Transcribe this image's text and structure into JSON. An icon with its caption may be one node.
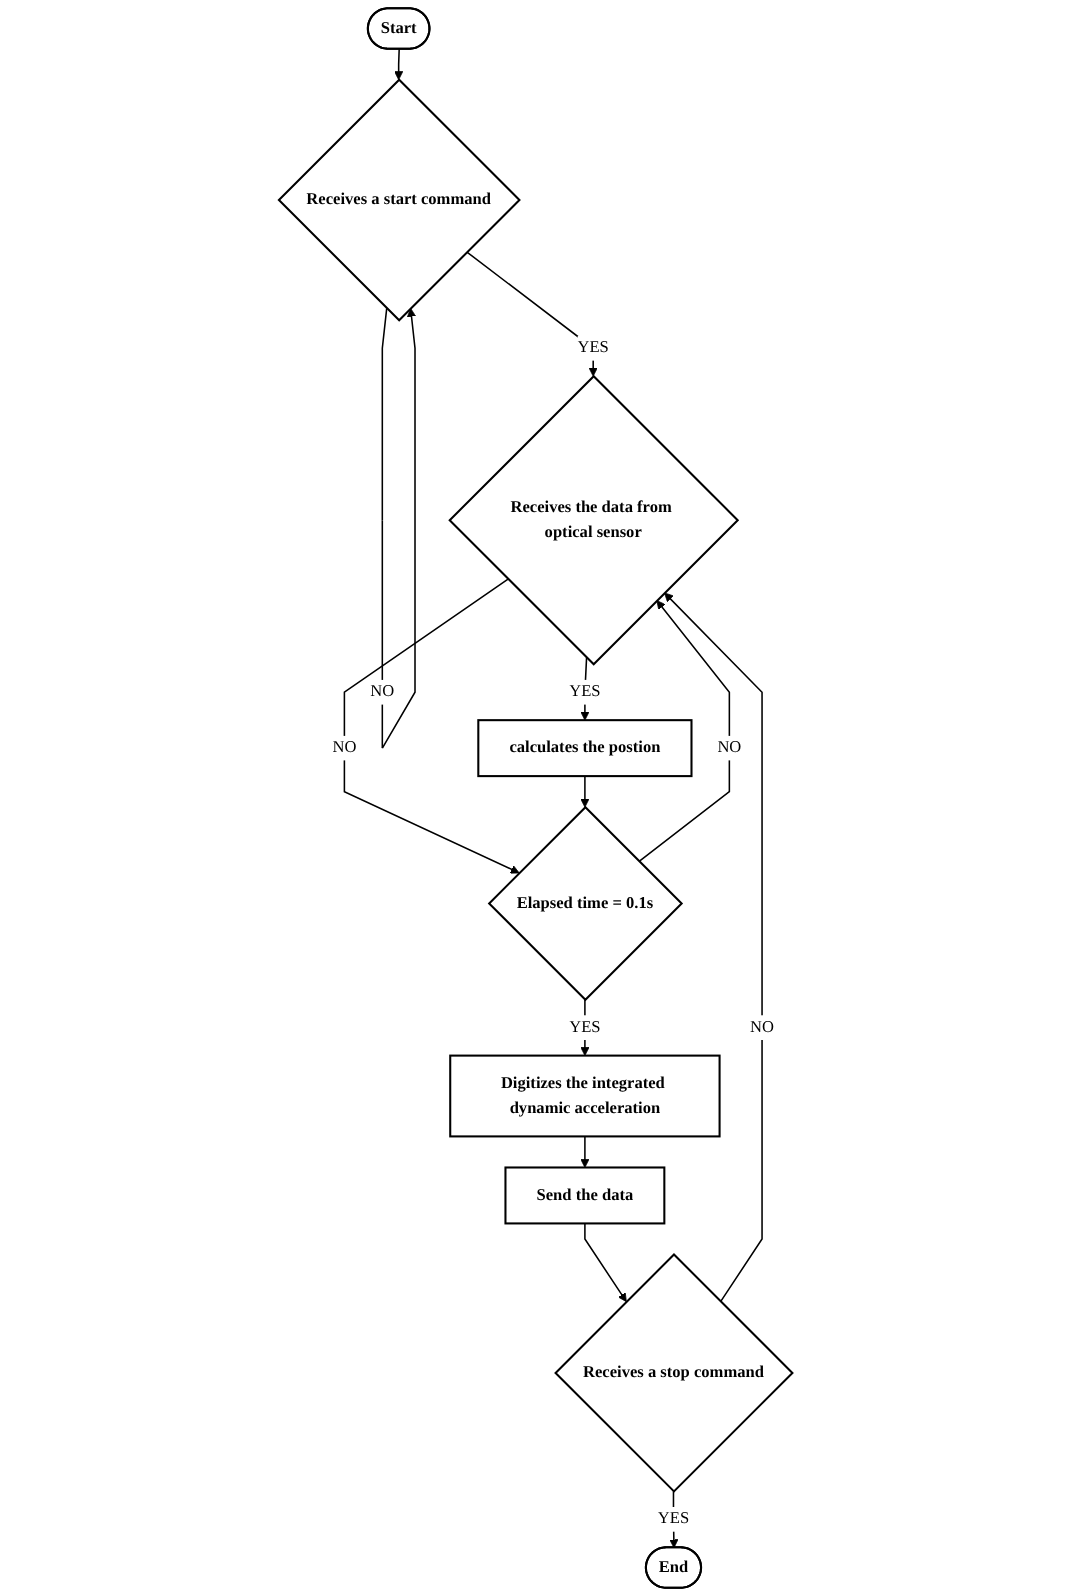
{
  "diagram": {
    "nodes": [
      {
        "text": [
          "Start"
        ]
      },
      {
        "text": [
          "Receives a start command"
        ]
      },
      {
        "text": [
          "Receives the data from optical sensor"
        ]
      },
      {
        "text": [
          "calculates the postion"
        ]
      },
      {
        "text": [
          "Elapsed time = 0.1s"
        ]
      },
      {
        "text": [
          "Digitizes the integrated dynamic acceleration"
        ]
      },
      {
        "text": [
          "Send the data"
        ]
      },
      {
        "text": [
          "Receives a stop command"
        ]
      },
      {
        "text": [
          "End"
        ]
      }
    ],
    "edges": [
      {
        "from": 0,
        "to": 1,
        "arrow": "to"
      },
      {
        "from": 1,
        "to": 1,
        "arrow": "to",
        "label": "NO"
      },
      {
        "from": 1,
        "to": 2,
        "arrow": "to",
        "label": "YES"
      },
      {
        "from": 2,
        "to": 3,
        "arrow": "to",
        "label": "YES"
      },
      {
        "from": 2,
        "to": 4,
        "arrow": "to",
        "label": "NO"
      },
      {
        "from": 3,
        "to": 4,
        "arrow": "to"
      },
      {
        "from": 4,
        "to": 2,
        "arrow": "to",
        "label": "NO"
      },
      {
        "from": 4,
        "to": 5,
        "arrow": "to",
        "label": "YES"
      },
      {
        "from": 5,
        "to": 6,
        "arrow": "to"
      },
      {
        "from": 6,
        "to": 7,
        "arrow": "to"
      },
      {
        "from": 7,
        "to": 2,
        "arrow": "to",
        "label": "NO"
      },
      {
        "from": 7,
        "to": 8,
        "arrow": "to",
        "label": "YES"
      }
    ]
  }
}
